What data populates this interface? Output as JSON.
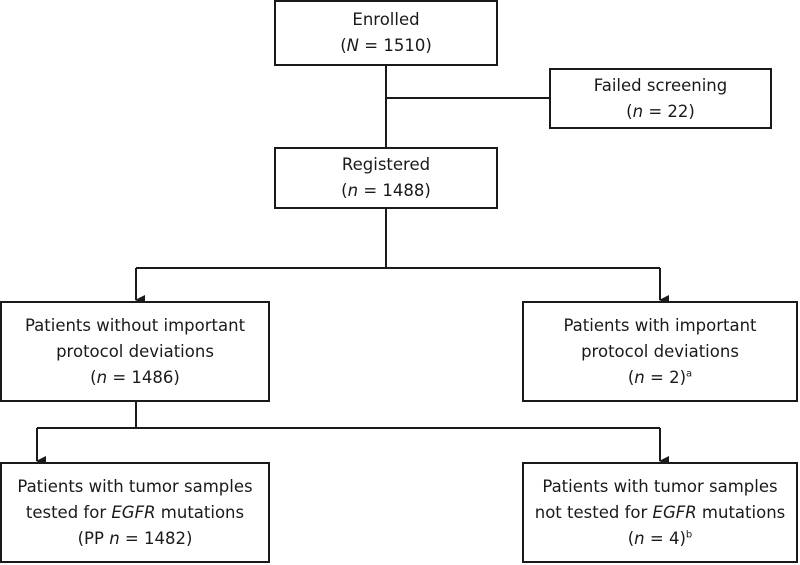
{
  "enrolled": {
    "label": "Enrolled",
    "count_var": "N",
    "count_rest": " = 1510"
  },
  "failed_screening": {
    "label": "Failed screening",
    "count_var": "n",
    "count_rest": " = 22"
  },
  "registered": {
    "label": "Registered",
    "count_var": "n",
    "count_rest": " = 1488"
  },
  "without_deviations": {
    "line1": "Patients without important",
    "line2": "protocol deviations",
    "count_var": "n",
    "count_rest": " = 1486"
  },
  "with_deviations": {
    "line1": "Patients with important",
    "line2": "protocol deviations",
    "count_var": "n",
    "count_rest": " = 2",
    "footnote": "a"
  },
  "tested": {
    "line1": "Patients with tumor samples",
    "line2_pre": "tested for ",
    "gene": "EGFR",
    "line2_post": " mutations",
    "count_prefix": "PP ",
    "count_var": "n",
    "count_rest": " = 1482"
  },
  "not_tested": {
    "line1": "Patients with tumor samples",
    "line2_pre": "not tested for ",
    "gene": "EGFR",
    "line2_post": " mutations",
    "count_var": "n",
    "count_rest": " = 4",
    "footnote": "b"
  },
  "colors": {
    "stroke": "#1a1a1a",
    "background": "#ffffff"
  }
}
